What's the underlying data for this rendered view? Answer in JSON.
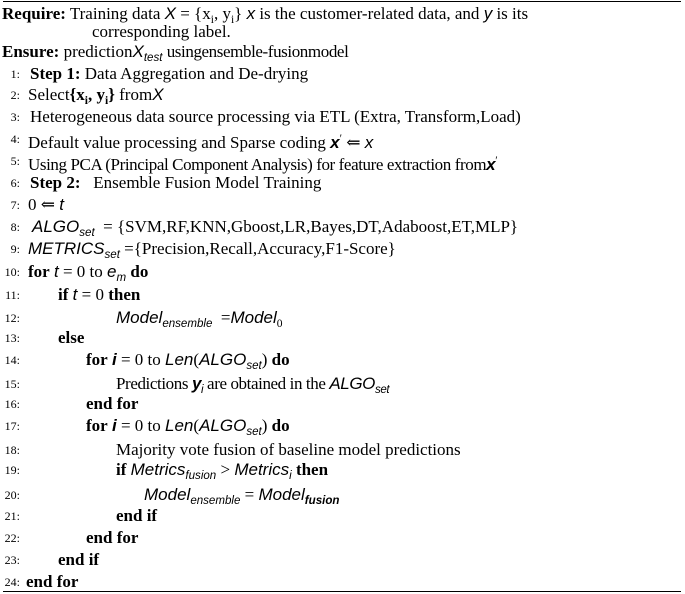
{
  "header": {
    "require_kw": "Require:",
    "require_text_1": "Training data",
    "require_X": "X",
    "require_set": "= {x",
    "require_i": "i",
    "require_comma": ", y",
    "require_i2": "i",
    "require_close": "}",
    "require_x": "x",
    "require_text_2": "is the customer-related data, and",
    "require_y": "y",
    "require_text_3": "is its",
    "require_line2": "corresponding label.",
    "ensure_kw": "Ensure:",
    "ensure_text": "prediction",
    "ensure_X": "X",
    "ensure_sub": "test",
    "ensure_tail": "usingensemble-fusionmodel"
  },
  "lines": [
    {
      "n": "1:",
      "kw": "Step  1:",
      "text": "Data Aggregation and De-drying"
    },
    {
      "n": "2:",
      "pre": "Select",
      "set": "{x",
      "i": "i",
      "mid": ", y",
      "i2": "i",
      "close": "}",
      "from": "from",
      "X": "X"
    },
    {
      "n": "3:",
      "text": "Heterogeneous data source processing via ETL (Extra, Transform,Load)"
    },
    {
      "n": "4:",
      "text": "Default value processing and Sparse coding",
      "x1": "x",
      "prime": "′",
      "arrow": "⇐",
      "x2": "x"
    },
    {
      "n": "5:",
      "text": "Using PCA (Principal Component Analysis) for feature extraction from",
      "x": "x",
      "prime": "′"
    },
    {
      "n": "6:",
      "kw": "Step 2:",
      "text": "Ensemble Fusion Model Training"
    },
    {
      "n": "7:",
      "zero": "0 ⇐",
      "t": "t"
    },
    {
      "n": "8:",
      "var": "ALGO",
      "sub": "set",
      "text": "=  {SVM,RF,KNN,Gboost,LR,Bayes,DT,Adaboost,ET,MLP}"
    },
    {
      "n": "9:",
      "var": "METRICS",
      "sub": "set",
      "text": "={Precision,Recall,Accuracy,F1-Score}"
    },
    {
      "n": "10:",
      "kw": "for",
      "t": "t",
      "eq": "= 0 to",
      "e": "e",
      "esub": "m",
      "kw2": "do"
    },
    {
      "n": "11:",
      "kw": "if",
      "t": "t",
      "eq": "= 0",
      "kw2": "then"
    },
    {
      "n": "12:",
      "var": "Model",
      "sub": "ensemble",
      "eq": "=",
      "var2": "Model",
      "sub2": "0"
    },
    {
      "n": "13:",
      "kw": "else"
    },
    {
      "n": "14:",
      "kw": "for",
      "i": "i",
      "eq": "= 0 to",
      "fn": "Len",
      "open": "(",
      "var": "ALGO",
      "sub": "set",
      "close": ")",
      "kw2": "do"
    },
    {
      "n": "15:",
      "text": "Predictions",
      "y": "y",
      "ysub": "i",
      "text2": "are obtained in the",
      "var": "ALGO",
      "sub": "set"
    },
    {
      "n": "16:",
      "kw": "end for"
    },
    {
      "n": "17:",
      "kw": "for",
      "i": "i",
      "eq": "= 0 to",
      "fn": "Len",
      "open": "(",
      "var": "ALGO",
      "sub": "set",
      "close": ")",
      "kw2": "do"
    },
    {
      "n": "18:",
      "text": "Majority vote fusion of baseline model predictions"
    },
    {
      "n": "19:",
      "kw": "if",
      "var": "Metrics",
      "sub": "fusion",
      "gt": ">",
      "var2": "Metrics",
      "sub2": "i",
      "kw2": "then"
    },
    {
      "n": "20:",
      "var": "Model",
      "sub": "ensemble",
      "eq": "=",
      "var2": "Model",
      "sub2": "fusion"
    },
    {
      "n": "21:",
      "kw": "end if"
    },
    {
      "n": "22:",
      "kw": "end for"
    },
    {
      "n": "23:",
      "kw": "end if"
    },
    {
      "n": "24:",
      "kw": "end for"
    }
  ]
}
